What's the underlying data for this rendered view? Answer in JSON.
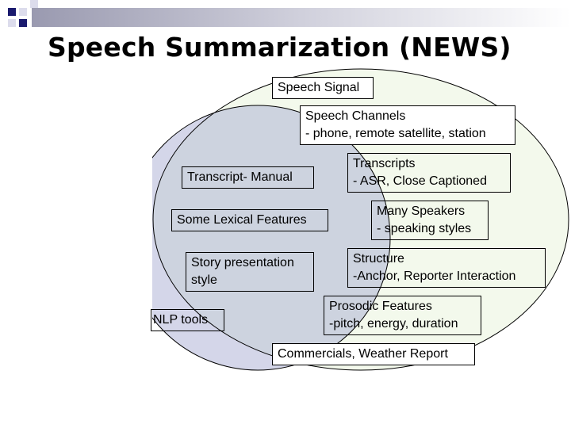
{
  "title": "Speech Summarization (NEWS)",
  "colors": {
    "left_circle_fill": "#d4d6e9",
    "right_circle_fill": "#f3f9ec",
    "overlap_fill": "#cdd3df",
    "outline": "#000000",
    "corner_squares": "#1a1a6e"
  },
  "boxes": {
    "speech_signal": "Speech Signal",
    "speech_channels_line1": "Speech Channels",
    "speech_channels_line2": "- phone, remote satellite, station",
    "transcript_manual": "Transcript- Manual",
    "transcripts_line1": "Transcripts",
    "transcripts_line2": "- ASR, Close Captioned",
    "lexical_features": "Some Lexical Features",
    "many_speakers_line1": "Many Speakers",
    "many_speakers_line2": "- speaking styles",
    "story_line1": "Story presentation",
    "story_line2": "style",
    "structure_line1": "Structure",
    "structure_line2": "-Anchor, Reporter Interaction",
    "nlp_tools": "NLP tools",
    "prosodic_line1": "Prosodic Features",
    "prosodic_line2": "-pitch, energy, duration",
    "commercials": "Commercials, Weather Report"
  }
}
